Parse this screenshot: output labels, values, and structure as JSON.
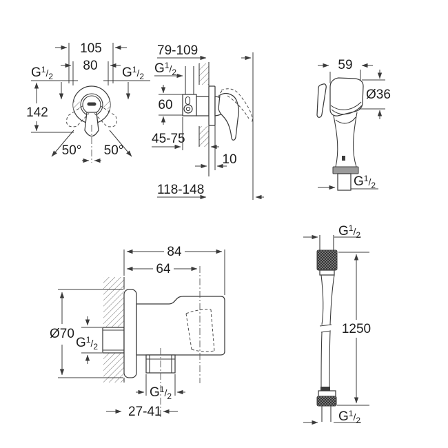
{
  "meta": {
    "title": "Shower set technical dimension drawing",
    "background": "#ffffff",
    "line_color": "#3b3b3b"
  },
  "thread": {
    "g": "G",
    "sup": "1",
    "slash": "/",
    "sub": "2"
  },
  "mixer_front": {
    "width_outer": "105",
    "width_inner": "80",
    "height": "142",
    "angle_left": "50°",
    "angle_right": "50°"
  },
  "mixer_side": {
    "depth_top": "79-109",
    "body_height": "60",
    "depth_mid": "45-75",
    "plate_thickness": "10",
    "depth_bottom": "118-148"
  },
  "hand_shower": {
    "width": "59",
    "head_diameter": "Ø36"
  },
  "wall_holder": {
    "depth_total": "84",
    "depth_inner": "64",
    "plate_diameter": "Ø70",
    "outlet_offset": "27-41"
  },
  "hose": {
    "length": "1250"
  }
}
